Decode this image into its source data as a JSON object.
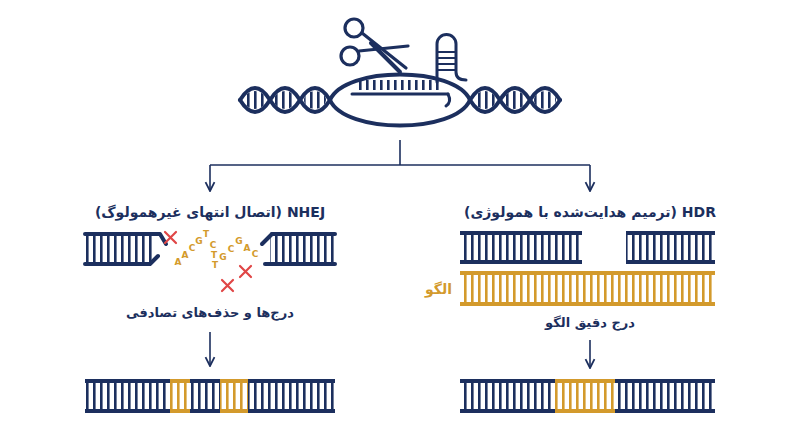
{
  "diagram": {
    "labels": [
      "NHEJ (اتصال انتهای غیرهمولوگ)",
      "HDR (ترمیم هدایت‌شده با همولوژی)",
      "A",
      "A",
      "C",
      "G",
      "T",
      "C",
      "T",
      "T",
      "G",
      "C",
      "G",
      "A",
      "C",
      "درج‌ها و حذف‌های تصادفی",
      "الگو",
      "درج دقیق الگو"
    ]
  }
}
